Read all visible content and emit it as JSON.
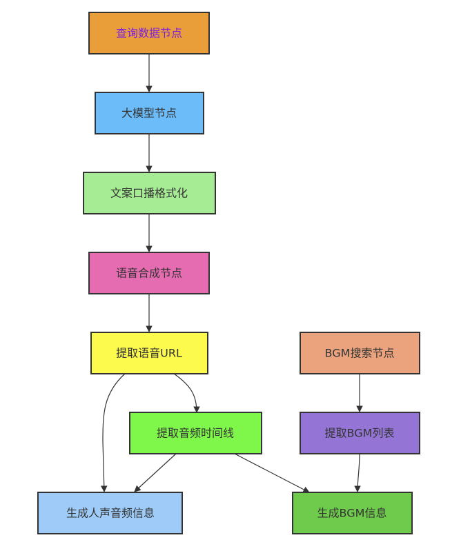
{
  "nodes": [
    {
      "id": "query",
      "label": "查询数据节点",
      "fill": "#e99e3a",
      "text_color": "#7b1fe0"
    },
    {
      "id": "llm",
      "label": "大模型节点",
      "fill": "#6bbcf9",
      "text_color": "#333333"
    },
    {
      "id": "format",
      "label": "文案口播格式化",
      "fill": "#a6ec94",
      "text_color": "#333333"
    },
    {
      "id": "tts",
      "label": "语音合成节点",
      "fill": "#e66cb2",
      "text_color": "#333333"
    },
    {
      "id": "extract_url",
      "label": "提取语音URL",
      "fill": "#fcfa4c",
      "text_color": "#333333"
    },
    {
      "id": "bgm_search",
      "label": "BGM搜索节点",
      "fill": "#eba37e",
      "text_color": "#333333"
    },
    {
      "id": "timeline",
      "label": "提取音频时间线",
      "fill": "#7ff64a",
      "text_color": "#333333"
    },
    {
      "id": "bgm_list",
      "label": "提取BGM列表",
      "fill": "#9475d6",
      "text_color": "#333333"
    },
    {
      "id": "voice_info",
      "label": "生成人声音频信息",
      "fill": "#9ecbf8",
      "text_color": "#333333"
    },
    {
      "id": "bgm_info",
      "label": "生成BGM信息",
      "fill": "#6fcb4c",
      "text_color": "#333333"
    }
  ],
  "edges": [
    {
      "from": "query",
      "to": "llm"
    },
    {
      "from": "llm",
      "to": "format"
    },
    {
      "from": "format",
      "to": "tts"
    },
    {
      "from": "tts",
      "to": "extract_url"
    },
    {
      "from": "extract_url",
      "to": "timeline"
    },
    {
      "from": "extract_url",
      "to": "voice_info"
    },
    {
      "from": "timeline",
      "to": "voice_info"
    },
    {
      "from": "timeline",
      "to": "bgm_info"
    },
    {
      "from": "bgm_search",
      "to": "bgm_list"
    },
    {
      "from": "bgm_list",
      "to": "bgm_info"
    }
  ],
  "colors": {
    "stroke": "#333333",
    "background": "#ffffff"
  }
}
